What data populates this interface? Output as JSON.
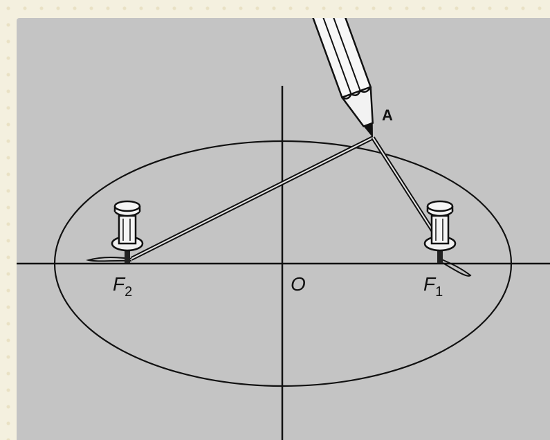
{
  "diagram": {
    "point_label": "A",
    "origin_label": "O",
    "focus_left": {
      "base": "F",
      "sub": "2"
    },
    "focus_right": {
      "base": "F",
      "sub": "1"
    }
  },
  "colors": {
    "panel": "#c4c4c4",
    "frame": "#f4f0df",
    "ink": "#111111"
  },
  "icons": [
    "pencil-icon",
    "pushpin-icon",
    "pushpin-icon"
  ]
}
